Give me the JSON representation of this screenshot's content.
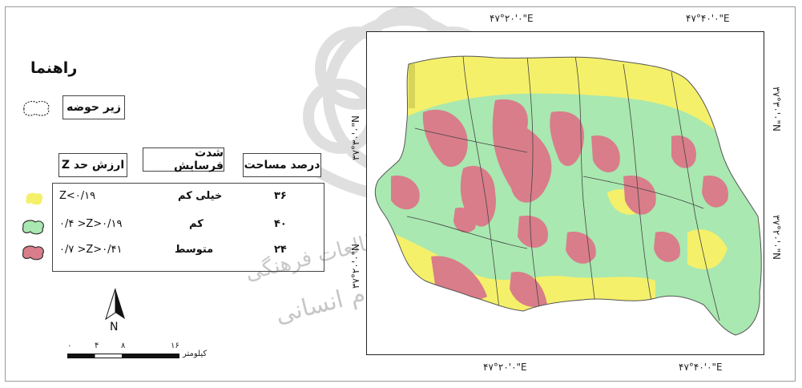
{
  "legend": {
    "title": "راهنما",
    "subbasin_label": "زیر حوضه",
    "headers": {
      "area_percent": "درصد مساحت",
      "erosion_intensity": "شدت فرسایش",
      "z_value": "ارزش حد Z"
    },
    "rows": [
      {
        "percent": "۳۶",
        "class": "خیلی کم",
        "z": "Z<۰/۱۹",
        "color": "#f5f06a"
      },
      {
        "percent": "۴۰",
        "class": "کم",
        "z": "۰/۴ >Z>۰/۱۹",
        "color": "#a9e8b0"
      },
      {
        "percent": "۲۴",
        "class": "متوسط",
        "z": "۰/۷ >Z>۰/۴۱",
        "color": "#d97d8a"
      }
    ]
  },
  "north_arrow": {
    "label": "N"
  },
  "scale_bar": {
    "ticks": [
      "۰",
      "۴",
      "۸",
      "۱۶"
    ],
    "unit": "کیلومتر"
  },
  "coordinates": {
    "top_left": "۴۷°۲۰'۰\"E",
    "top_right": "۴۷°۴۰'۰\"E",
    "bottom_left": "۴۷°۲۰'۰\"E",
    "bottom_right": "۴۷°۴۰'۰\"E",
    "left_upper": "۳۷°۳۰'۰\"N",
    "left_lower": "۳۷°۲۰'۰\"N",
    "right_upper": "۳۷°۳۰'۰\"N",
    "right_lower": "۳۷°۲۰'۰\"N"
  },
  "watermark": {
    "line1": "پژوهشگاه علوم انسانی و مطالعات فرهنگی",
    "line2": "پرتال جامع علوم انسانی"
  },
  "colors": {
    "very_low": "#f5f06a",
    "low": "#a9e8b0",
    "medium": "#d97d8a"
  }
}
